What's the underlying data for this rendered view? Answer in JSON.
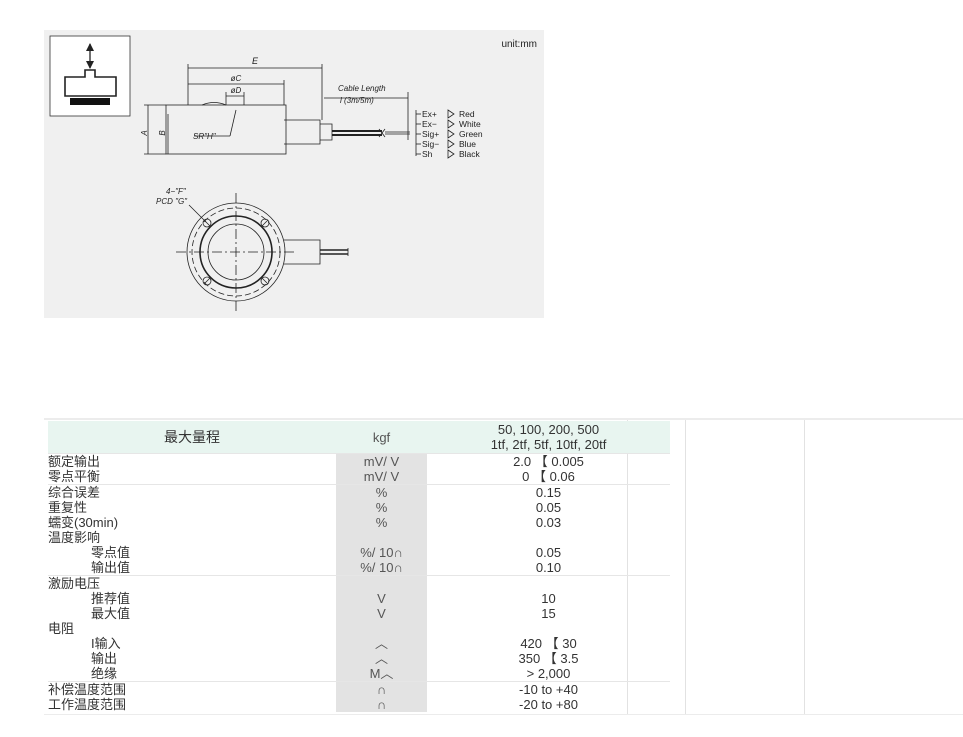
{
  "drawing": {
    "unit": "unit:mm",
    "dims": {
      "e": "E",
      "c": "øC",
      "d": "øD",
      "a": "A",
      "b": "B",
      "sr": "SR\"H\""
    },
    "cable": {
      "label": "Cable Length",
      "length": "l (3m/5m)"
    },
    "wires": [
      {
        "signal": "Ex+",
        "color": "Red"
      },
      {
        "signal": "Ex−",
        "color": "White"
      },
      {
        "signal": "Sig+",
        "color": "Green"
      },
      {
        "signal": "Sig−",
        "color": "Blue"
      },
      {
        "signal": "Sh",
        "color": "Black"
      }
    ],
    "holes": {
      "count": "4−\"F\"",
      "pcd": "PCD \"G\""
    }
  },
  "spec": {
    "header": {
      "label": "最大量程",
      "unit": "kgf",
      "values": [
        "50, 100, 200, 500",
        "1tf, 2tf, 5tf, 10tf, 20tf"
      ]
    },
    "rows": [
      {
        "label": "额定输出",
        "unit": "mV/ V",
        "value": "2.0 【 0.005",
        "group": true
      },
      {
        "label": "零点平衡",
        "unit": "mV/ V",
        "value": "0 【 0.06"
      },
      {
        "label": "综合误差",
        "unit": "%",
        "value": "0.15",
        "group": true
      },
      {
        "label": "重复性",
        "unit": "%",
        "value": "0.05"
      },
      {
        "label": "蠕变(30min)",
        "unit": "%",
        "value": "0.03"
      },
      {
        "label": "温度影响",
        "unit": "",
        "value": ""
      },
      {
        "label": "零点值",
        "unit": "%/ 10∩",
        "value": "0.05",
        "sub": true
      },
      {
        "label": "输出值",
        "unit": "%/ 10∩",
        "value": "0.10",
        "sub": true
      },
      {
        "label": "激励电压",
        "unit": "",
        "value": "",
        "group": true
      },
      {
        "label": "推荐值",
        "unit": "V",
        "value": "10",
        "sub": true
      },
      {
        "label": "最大值",
        "unit": "V",
        "value": "15",
        "sub": true
      },
      {
        "label": "电阻",
        "unit": "",
        "value": ""
      },
      {
        "label": "I输入",
        "unit": "︿",
        "value": "420 【 30",
        "sub": true
      },
      {
        "label": "输出",
        "unit": "︿",
        "value": "350 【 3.5",
        "sub": true
      },
      {
        "label": "绝缘",
        "unit": "M︿",
        "value": "> 2,000",
        "sub": true
      },
      {
        "label": "补偿温度范围",
        "unit": "∩",
        "value": "-10 to +40",
        "group": true
      },
      {
        "label": "工作温度范围",
        "unit": "∩",
        "value": "-20 to +80"
      }
    ]
  }
}
